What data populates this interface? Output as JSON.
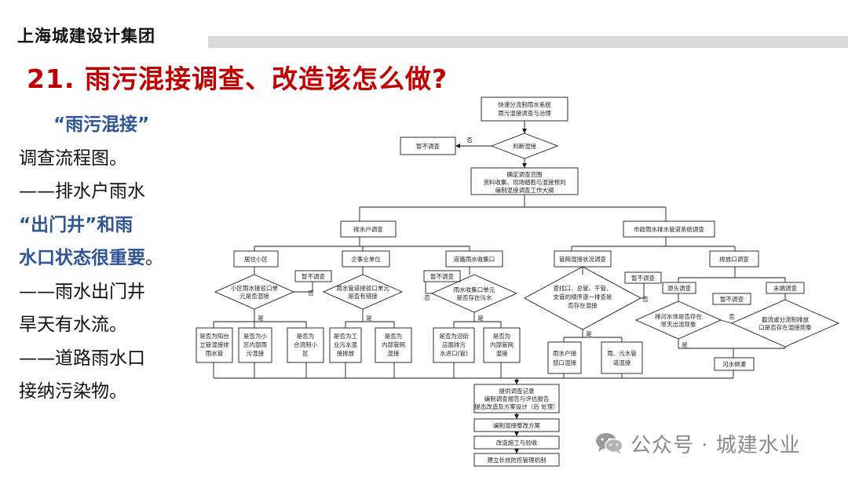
{
  "header": {
    "brand": "上海城建设计集团"
  },
  "title": "21. 雨污混接调查、改造该怎么做?",
  "left_text": {
    "quote": "“雨污混接”",
    "lines_before": [
      "调查流程图。",
      "——排水户雨水"
    ],
    "highlight": [
      "“出门井”和雨",
      "水口状态很重要"
    ],
    "highlight_tail": "。",
    "lines_after": [
      "——雨水出门井",
      "旱天有水流。",
      "——道路雨水口",
      "接纳污染物。"
    ]
  },
  "flowchart": {
    "top": [
      "快速分流制雨水系统",
      "雨污混接调查与治理"
    ],
    "no_survey_top": "暂不调查",
    "no_top": "否",
    "judge_top": "判断混接",
    "scope": [
      "确定调查范围",
      "资料收集、现场踏勘与混接预判",
      "编制混接调查工作大纲"
    ],
    "branch_left": "排水户调查",
    "branch_right": "市政雨水排水管道系统调查",
    "cat_resident": "居住小区",
    "cat_enterprise": "企事业单位",
    "cat_road": "道路雨水收集口",
    "cat_pipe": "管网混接状况调查",
    "cat_outfall": "排放口调查",
    "d_resident": [
      "小区雨水接驳口单",
      "元是否混接"
    ],
    "d_enterprise": [
      "雨水管道接驳口单元",
      "是否有错接"
    ],
    "d_road": [
      "雨水收集口单元",
      "是否存在污水"
    ],
    "d_pipe": [
      "查找口、总管、干管、",
      "支管的顺序逐一排查是",
      "否存在混接"
    ],
    "d_outfall": [
      "排河水体是否存在",
      "旱天出流现象"
    ],
    "d_outfall2": [
      "截流或分流制排放",
      "口是否存在混接现象"
    ],
    "no_survey": "暂不调查",
    "no": "否",
    "yes": "是",
    "source_survey": "源头调查",
    "end_survey": "末端调查",
    "res_1": [
      "是否为阳台",
      "立管混接排",
      "雨水管"
    ],
    "res_2": [
      "是否为小",
      "区内部雨",
      "污混接"
    ],
    "res_3": [
      "是否为",
      "合流制小",
      "区"
    ],
    "ent_1": [
      "是否为工",
      "业污水混",
      "接排放"
    ],
    "ent_2": [
      "是否为",
      "内部管网",
      "混接"
    ],
    "road_1": [
      "是否为沿街",
      "店面排污",
      "水进口(管)"
    ],
    "road_2": [
      "是否为",
      "内部管网",
      "混接"
    ],
    "pipe_1": [
      "雨水户接",
      "驳口混接"
    ],
    "pipe_2": [
      "雨、污水管",
      "道混接"
    ],
    "outfall_box": "河水倒灌",
    "final": [
      "提供调查记录",
      "编制调查报告与评估报告",
      "提出改造及方案设计（后 处理）"
    ],
    "steps": [
      "编制混接整改方案",
      "改造施工与验收",
      "建立长效防控管理机制"
    ]
  },
  "watermark": "公众号 · 城建水业"
}
